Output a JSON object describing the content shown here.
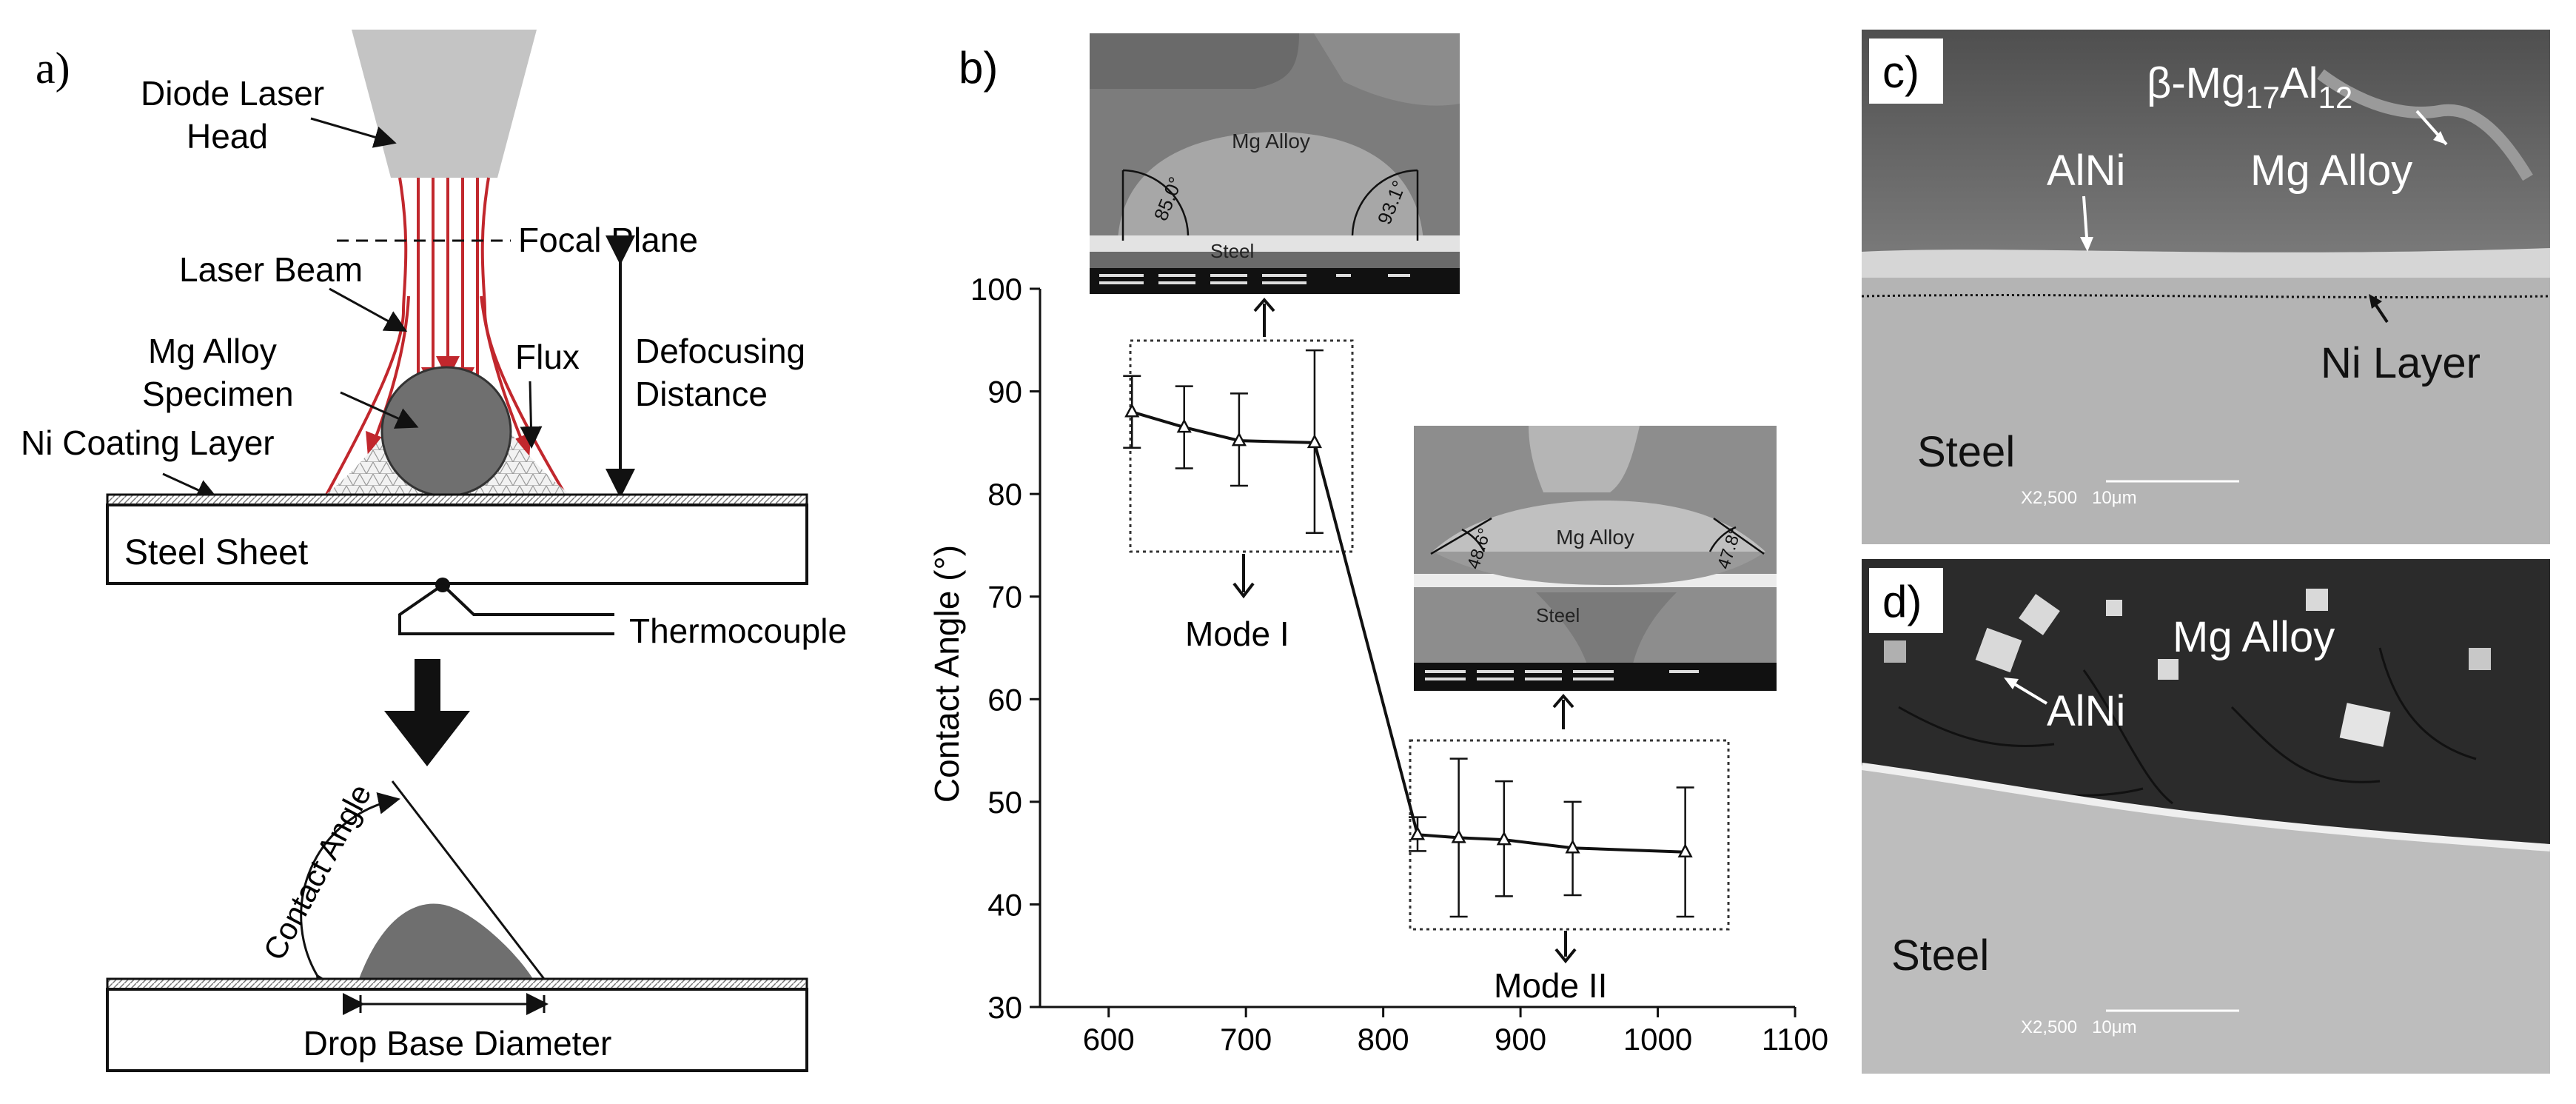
{
  "panel_a": {
    "label": "a)",
    "diode_laser_head": [
      "Diode Laser",
      "Head"
    ],
    "focal_plane": "Focal Plane",
    "laser_beam": "Laser Beam",
    "defocusing_distance": [
      "Defocusing",
      "Distance"
    ],
    "mg_alloy_specimen": [
      "Mg Alloy",
      "Specimen"
    ],
    "flux": "Flux",
    "ni_coating_layer": "Ni Coating Layer",
    "steel_sheet": "Steel Sheet",
    "thermocouple": "Thermocouple",
    "contact_angle": "Contact Angle",
    "drop_base_diameter": "Drop Base Diameter"
  },
  "panel_b": {
    "label": "b)",
    "mode1": "Mode I",
    "mode2": "Mode II",
    "inset1": {
      "mg_alloy": "Mg Alloy",
      "steel": "Steel",
      "angle_left": "85.0°",
      "angle_right": "93.1°"
    },
    "inset2": {
      "mg_alloy": "Mg Alloy",
      "steel": "Steel",
      "angle_left": "48.6°",
      "angle_right": "47.8°"
    }
  },
  "chart_data": {
    "type": "line",
    "ylabel": "Contact Angle (°)",
    "xlabel": "",
    "xlim": [
      550,
      1100
    ],
    "ylim": [
      30,
      100
    ],
    "xticks": [
      600,
      700,
      800,
      900,
      1000,
      1100
    ],
    "yticks": [
      30,
      40,
      50,
      60,
      70,
      80,
      90,
      100
    ],
    "series": [
      {
        "x": [
          617,
          655,
          695,
          750,
          825,
          855,
          888,
          938,
          1020
        ],
        "y": [
          88,
          86.5,
          85.2,
          85,
          46.8,
          46.5,
          46.3,
          45.5,
          45.1
        ],
        "err_low": [
          84.5,
          82.5,
          80.8,
          76.2,
          45.2,
          38.8,
          40.8,
          40.9,
          38.8
        ],
        "err_high": [
          91.5,
          90.5,
          89.8,
          94,
          48.5,
          54.2,
          52,
          50,
          51.4
        ]
      }
    ]
  },
  "panel_c": {
    "label": "c)",
    "beta_phase": "β-Mg17Al12",
    "beta_prefix": "β-Mg",
    "beta_sub1": "17",
    "beta_mid": "Al",
    "beta_sub2": "12",
    "alni": "AlNi",
    "mg_alloy": "Mg Alloy",
    "ni_layer": "Ni Layer",
    "steel": "Steel",
    "scale": "X2,500   10μm"
  },
  "panel_d": {
    "label": "d)",
    "mg_alloy": "Mg Alloy",
    "alni": "AlNi",
    "steel": "Steel",
    "scale": "X2,500   10μm"
  }
}
